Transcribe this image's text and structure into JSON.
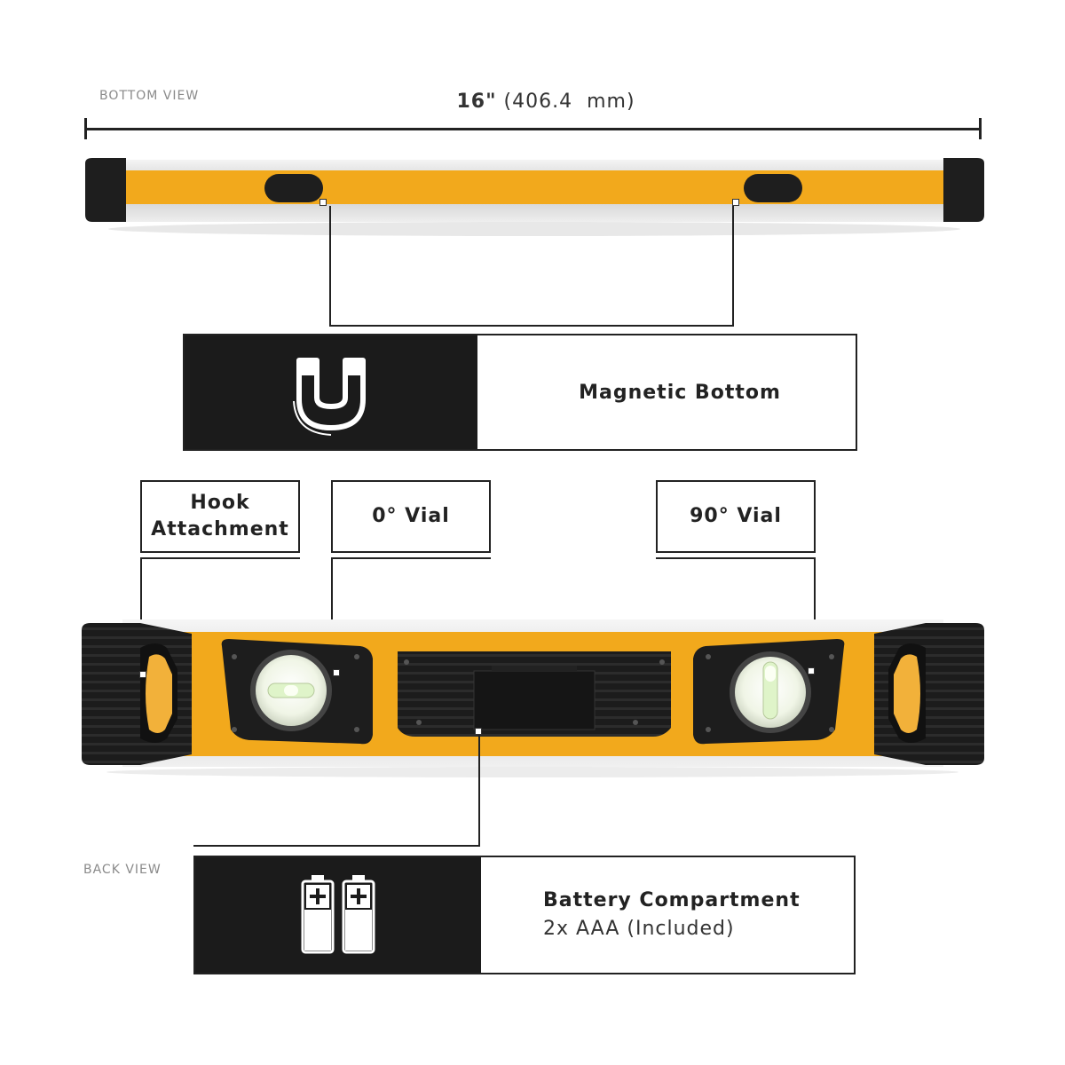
{
  "bottom_view": {
    "label": "BOTTOM VIEW",
    "dimension_main": "16\"",
    "dimension_sub": "(406.4  mm)"
  },
  "magnetic": {
    "label": "Magnetic Bottom",
    "icon": "magnet-icon"
  },
  "callouts": {
    "hook": [
      "Hook",
      "Attachment"
    ],
    "vial_0": "0° Vial",
    "vial_90": "90° Vial"
  },
  "back_view": {
    "label": "BACK VIEW"
  },
  "battery": {
    "title": "Battery Compartment",
    "subtitle": "2x AAA (Included)",
    "icon": "battery-icon"
  },
  "colors": {
    "accent": "#f2a91c",
    "dark": "#1b1b1b"
  }
}
